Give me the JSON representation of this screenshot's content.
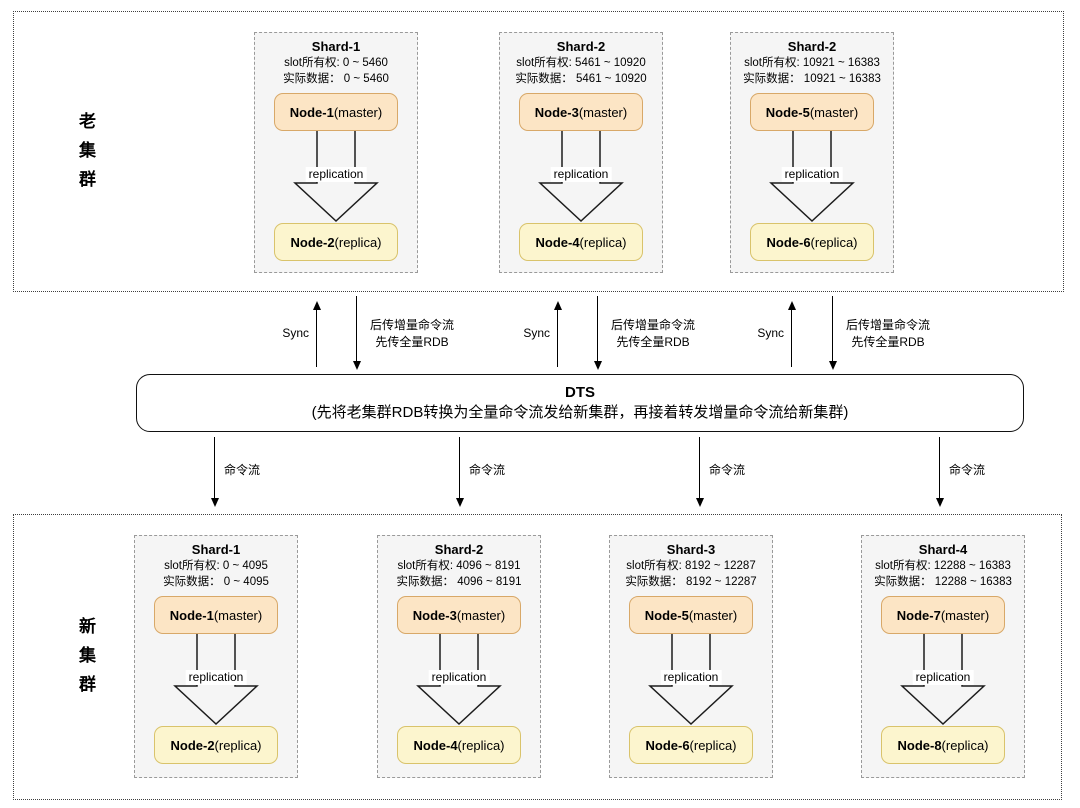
{
  "labels": {
    "replication": "replication",
    "sync": "Sync",
    "incremental_line1": "后传增量命令流",
    "incremental_line2": "先传全量RDB",
    "command_flow": "命令流"
  },
  "old_cluster": {
    "label": "老集群",
    "shards": [
      {
        "title": "Shard-1",
        "slot_line": "slot所有权: 0 ~ 5460",
        "data_line": "实际数据： 0 ~ 5460",
        "master_name": "Node-1",
        "master_role": "(master)",
        "replica_name": "Node-2",
        "replica_role": "(replica)"
      },
      {
        "title": "Shard-2",
        "slot_line": "slot所有权: 5461 ~ 10920",
        "data_line": "实际数据： 5461 ~ 10920",
        "master_name": "Node-3",
        "master_role": "(master)",
        "replica_name": "Node-4",
        "replica_role": "(replica)"
      },
      {
        "title": "Shard-2",
        "slot_line": "slot所有权: 10921 ~ 16383",
        "data_line": "实际数据： 10921 ~ 16383",
        "master_name": "Node-5",
        "master_role": "(master)",
        "replica_name": "Node-6",
        "replica_role": "(replica)"
      }
    ]
  },
  "dts": {
    "title": "DTS",
    "subtitle": "(先将老集群RDB转换为全量命令流发给新集群，再接着转发增量命令流给新集群)"
  },
  "new_cluster": {
    "label": "新集群",
    "shards": [
      {
        "title": "Shard-1",
        "slot_line": "slot所有权: 0 ~ 4095",
        "data_line": "实际数据： 0 ~ 4095",
        "master_name": "Node-1",
        "master_role": "(master)",
        "replica_name": "Node-2",
        "replica_role": "(replica)"
      },
      {
        "title": "Shard-2",
        "slot_line": "slot所有权: 4096 ~ 8191",
        "data_line": "实际数据： 4096 ~ 8191",
        "master_name": "Node-3",
        "master_role": "(master)",
        "replica_name": "Node-4",
        "replica_role": "(replica)"
      },
      {
        "title": "Shard-3",
        "slot_line": "slot所有权: 8192 ~ 12287",
        "data_line": "实际数据： 8192 ~ 12287",
        "master_name": "Node-5",
        "master_role": "(master)",
        "replica_name": "Node-6",
        "replica_role": "(replica)"
      },
      {
        "title": "Shard-4",
        "slot_line": "slot所有权: 12288 ~ 16383",
        "data_line": "实际数据： 12288 ~ 16383",
        "master_name": "Node-7",
        "master_role": "(master)",
        "replica_name": "Node-8",
        "replica_role": "(replica)"
      }
    ]
  },
  "colors": {
    "master_fill": "#FCE5C5",
    "master_border": "#D8A868",
    "replica_fill": "#FCF5CE",
    "replica_border": "#D9C36B",
    "shard_fill": "#F5F5F5",
    "shard_border": "#9A9A9A",
    "line_color": "#000000"
  }
}
